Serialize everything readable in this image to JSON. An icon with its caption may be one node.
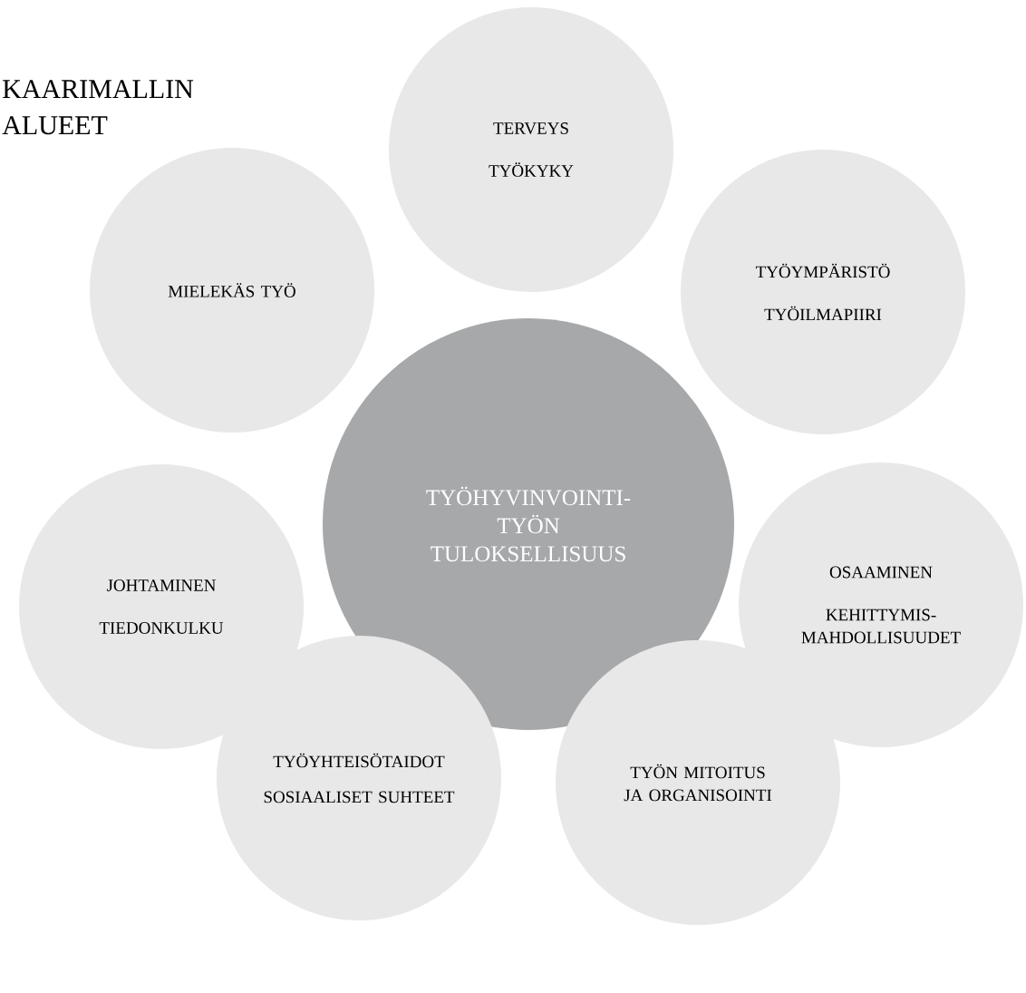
{
  "diagram": {
    "title": "KAARIMALLIN ALUEET",
    "nodes": [
      {
        "text": [
          "TYÖHYVINVOINTI- TYÖN TULOKSELLISUUS"
        ]
      },
      {
        "text": [
          "TERVEYS",
          "TYÖKYKY"
        ]
      },
      {
        "text": [
          "MIELEKÄS TYÖ"
        ]
      },
      {
        "text": [
          "TYÖYMPÄRISTÖ",
          "TYÖILMAPIIRI"
        ]
      },
      {
        "text": [
          "JOHTAMINEN",
          "TIEDONKULKU"
        ]
      },
      {
        "text": [
          "OSAAMINEN",
          "KEHITTYMIS- MAHDOLLISUUDET"
        ]
      },
      {
        "text": [
          "TYÖYHTEISÖTAIDOT",
          "SOSIAALISET SUHTEET"
        ]
      },
      {
        "text": [
          "TYÖN MITOITUS JA ORGANISOINTI"
        ]
      }
    ]
  }
}
